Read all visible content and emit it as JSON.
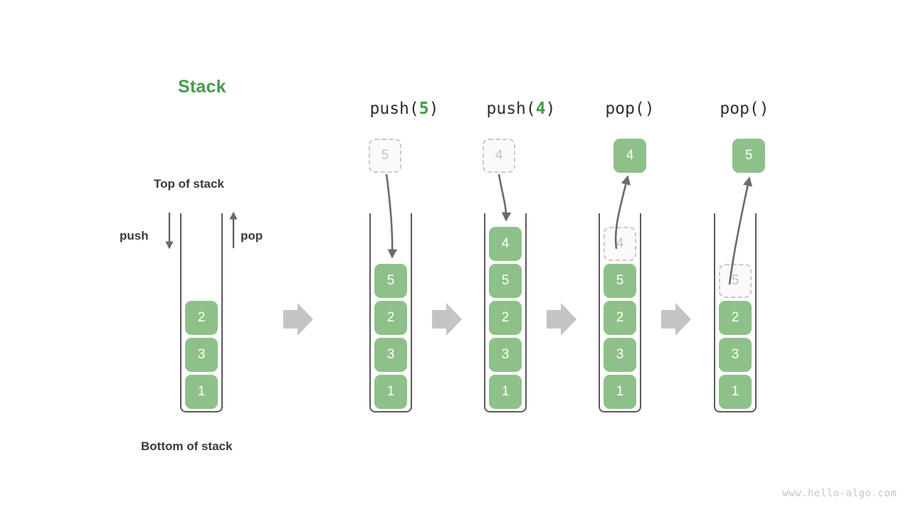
{
  "diagram": {
    "title": "Stack",
    "title_color": "#469b4b",
    "cell_color": "#8ec18a",
    "ghost_color": "#c4c4c4",
    "flow_arrow_color": "#c4c4c4",
    "watermark": "www.hello-algo.com",
    "labels": {
      "top_of_stack": "Top of stack",
      "bottom_of_stack": "Bottom of stack",
      "push": "push",
      "pop": "pop"
    },
    "stages": [
      {
        "id": "initial",
        "header_prefix": "",
        "header_arg": "",
        "header_suffix": "",
        "cells": [
          "1",
          "3",
          "2"
        ],
        "ghost_in_stack": "",
        "float_box": "",
        "float_box_style": ""
      },
      {
        "id": "push-5",
        "header_prefix": "push(",
        "header_arg": "5",
        "header_suffix": ")",
        "cells": [
          "1",
          "3",
          "2",
          "5"
        ],
        "ghost_in_stack": "",
        "float_box": "5",
        "float_box_style": "ghost"
      },
      {
        "id": "push-4",
        "header_prefix": "push(",
        "header_arg": "4",
        "header_suffix": ")",
        "cells": [
          "1",
          "3",
          "2",
          "5",
          "4"
        ],
        "ghost_in_stack": "",
        "float_box": "4",
        "float_box_style": "ghost"
      },
      {
        "id": "pop-4",
        "header_prefix": "pop(",
        "header_arg": "",
        "header_suffix": ")",
        "cells": [
          "1",
          "3",
          "2",
          "5"
        ],
        "ghost_in_stack": "4",
        "float_box": "4",
        "float_box_style": "solid"
      },
      {
        "id": "pop-5",
        "header_prefix": "pop(",
        "header_arg": "",
        "header_suffix": ")",
        "cells": [
          "1",
          "3",
          "2"
        ],
        "ghost_in_stack": "5",
        "float_box": "5",
        "float_box_style": "solid"
      }
    ]
  }
}
